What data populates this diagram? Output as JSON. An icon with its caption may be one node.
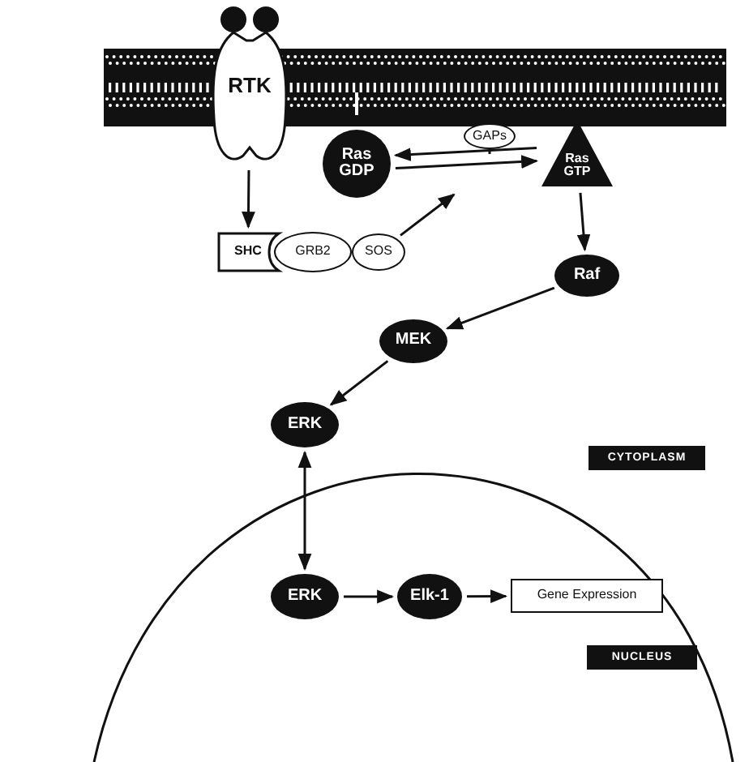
{
  "diagram": {
    "nodes": [
      {
        "text": [
          "RTK"
        ]
      },
      {
        "text": [
          "SHC"
        ]
      },
      {
        "text": [
          "GRB2"
        ]
      },
      {
        "text": [
          "SOS"
        ]
      },
      {
        "text": [
          "Ras GDP"
        ]
      },
      {
        "text": [
          "GAPs"
        ]
      },
      {
        "text": [
          "Ras GTP"
        ]
      },
      {
        "text": [
          "Raf"
        ]
      },
      {
        "text": [
          "MEK"
        ]
      },
      {
        "text": [
          "ERK"
        ]
      },
      {
        "text": [
          "ERK"
        ]
      },
      {
        "text": [
          "Elk-1"
        ]
      },
      {
        "text": [
          "Gene Expression"
        ]
      },
      {
        "text": [
          "CYTOPLASM"
        ]
      },
      {
        "text": [
          "NUCLEUS"
        ]
      }
    ],
    "edges": [
      {
        "from": 0,
        "to": 1,
        "arrow": "to"
      },
      {
        "from": 3,
        "to": null,
        "arrow": "to"
      },
      {
        "from": 6,
        "to": 4,
        "arrow": "to"
      },
      {
        "from": 4,
        "to": 6,
        "arrow": "to"
      },
      {
        "from": 6,
        "to": 7,
        "arrow": "to"
      },
      {
        "from": 7,
        "to": 8,
        "arrow": "to"
      },
      {
        "from": 8,
        "to": 9,
        "arrow": "to"
      },
      {
        "from": 9,
        "to": 10,
        "arrow": "both"
      },
      {
        "from": 10,
        "to": 11,
        "arrow": "to"
      },
      {
        "from": 11,
        "to": 12,
        "arrow": "to"
      }
    ]
  }
}
